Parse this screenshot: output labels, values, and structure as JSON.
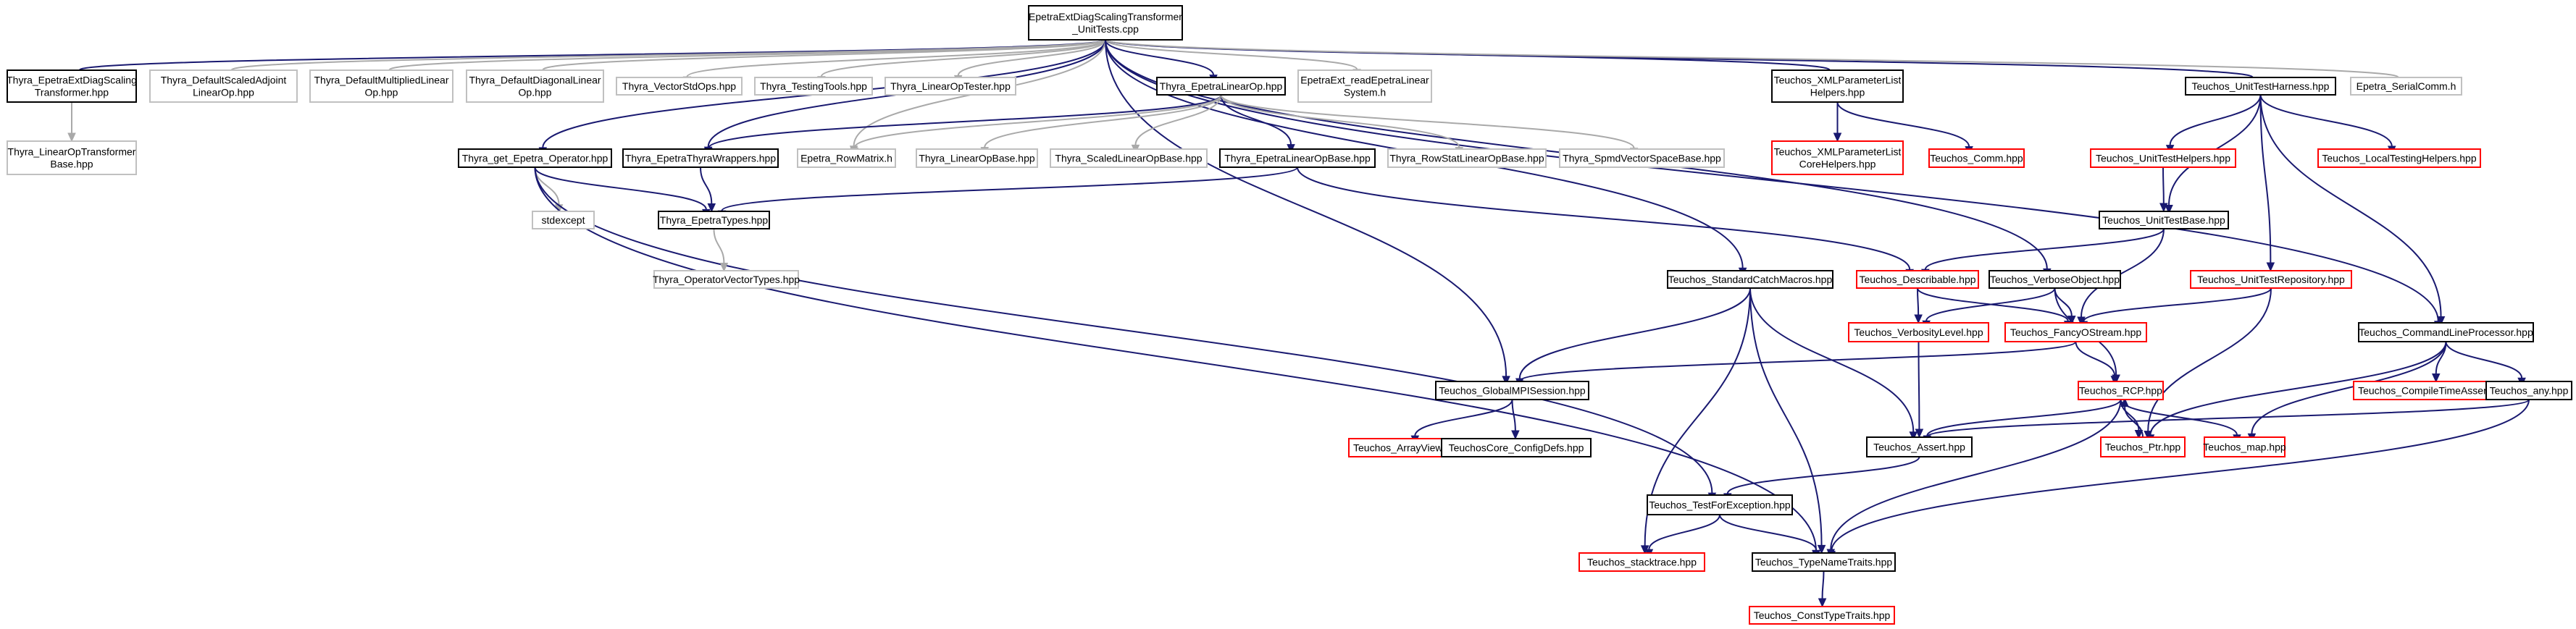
{
  "colors": {
    "root_fill": "#bfbfbf",
    "default_border": "#000000",
    "leaf_border": "#c0c0c0",
    "missing_border": "#ff0000",
    "edge_navy": "#191970",
    "edge_gray": "#a9a9a9",
    "text": "#000000"
  },
  "nodes": [
    {
      "id": "root",
      "kind": "root",
      "lines": [
        "EpetraExtDiagScalingTransformer",
        "_UnitTests.cpp"
      ]
    },
    {
      "id": "thyra_epetraext_diag",
      "kind": "default",
      "lines": [
        "Thyra_EpetraExtDiagScaling",
        "Transformer.hpp"
      ]
    },
    {
      "id": "thyra_default_scaled",
      "kind": "leaf",
      "lines": [
        "Thyra_DefaultScaledAdjoint",
        "LinearOp.hpp"
      ]
    },
    {
      "id": "thyra_default_mult",
      "kind": "leaf",
      "lines": [
        "Thyra_DefaultMultipliedLinear",
        "Op.hpp"
      ]
    },
    {
      "id": "thyra_default_diag",
      "kind": "leaf",
      "lines": [
        "Thyra_DefaultDiagonalLinear",
        "Op.hpp"
      ]
    },
    {
      "id": "thyra_vector_std_ops",
      "kind": "leaf",
      "lines": [
        "Thyra_VectorStdOps.hpp"
      ]
    },
    {
      "id": "thyra_testing_tools",
      "kind": "leaf",
      "lines": [
        "Thyra_TestingTools.hpp"
      ]
    },
    {
      "id": "thyra_linear_op_tester",
      "kind": "leaf",
      "lines": [
        "Thyra_LinearOpTester.hpp"
      ]
    },
    {
      "id": "thyra_epetra_linear_op",
      "kind": "default",
      "lines": [
        "Thyra_EpetraLinearOp.hpp"
      ]
    },
    {
      "id": "epetraext_read",
      "kind": "leaf",
      "lines": [
        "EpetraExt_readEpetraLinear",
        "System.h"
      ]
    },
    {
      "id": "teuchos_xml_helpers",
      "kind": "default",
      "lines": [
        "Teuchos_XMLParameterList",
        "Helpers.hpp"
      ]
    },
    {
      "id": "teuchos_unit_test_harness",
      "kind": "default",
      "lines": [
        "Teuchos_UnitTestHarness.hpp"
      ]
    },
    {
      "id": "epetra_serial_comm",
      "kind": "leaf",
      "lines": [
        "Epetra_SerialComm.h"
      ]
    },
    {
      "id": "thyra_linear_op_transformer_base",
      "kind": "leaf",
      "lines": [
        "Thyra_LinearOpTransformer",
        "Base.hpp"
      ]
    },
    {
      "id": "thyra_get_epetra_operator",
      "kind": "default",
      "lines": [
        "Thyra_get_Epetra_Operator.hpp"
      ]
    },
    {
      "id": "thyra_epetra_thyra_wrappers",
      "kind": "default",
      "lines": [
        "Thyra_EpetraThyraWrappers.hpp"
      ]
    },
    {
      "id": "epetra_row_matrix",
      "kind": "leaf",
      "lines": [
        "Epetra_RowMatrix.h"
      ]
    },
    {
      "id": "thyra_linear_op_base",
      "kind": "leaf",
      "lines": [
        "Thyra_LinearOpBase.hpp"
      ]
    },
    {
      "id": "thyra_scaled_linear_op_base",
      "kind": "leaf",
      "lines": [
        "Thyra_ScaledLinearOpBase.hpp"
      ]
    },
    {
      "id": "thyra_epetra_linear_op_base",
      "kind": "default",
      "lines": [
        "Thyra_EpetraLinearOpBase.hpp"
      ]
    },
    {
      "id": "thyra_row_stat",
      "kind": "leaf",
      "lines": [
        "Thyra_RowStatLinearOpBase.hpp"
      ]
    },
    {
      "id": "thyra_spmd_vector_space_base",
      "kind": "leaf",
      "lines": [
        "Thyra_SpmdVectorSpaceBase.hpp"
      ]
    },
    {
      "id": "teuchos_xml_core_helpers",
      "kind": "missing",
      "lines": [
        "Teuchos_XMLParameterList",
        "CoreHelpers.hpp"
      ]
    },
    {
      "id": "teuchos_comm",
      "kind": "missing",
      "lines": [
        "Teuchos_Comm.hpp"
      ]
    },
    {
      "id": "teuchos_unit_test_helpers",
      "kind": "missing",
      "lines": [
        "Teuchos_UnitTestHelpers.hpp"
      ]
    },
    {
      "id": "teuchos_local_testing_helpers",
      "kind": "missing",
      "lines": [
        "Teuchos_LocalTestingHelpers.hpp"
      ]
    },
    {
      "id": "stdexcept",
      "kind": "leaf",
      "lines": [
        "stdexcept"
      ]
    },
    {
      "id": "thyra_epetra_types",
      "kind": "default",
      "lines": [
        "Thyra_EpetraTypes.hpp"
      ]
    },
    {
      "id": "teuchos_unit_test_base",
      "kind": "default",
      "lines": [
        "Teuchos_UnitTestBase.hpp"
      ]
    },
    {
      "id": "thyra_operator_vector_types",
      "kind": "leaf",
      "lines": [
        "Thyra_OperatorVectorTypes.hpp"
      ]
    },
    {
      "id": "teuchos_standard_catch_macros",
      "kind": "default",
      "lines": [
        "Teuchos_StandardCatchMacros.hpp"
      ]
    },
    {
      "id": "teuchos_describable",
      "kind": "missing",
      "lines": [
        "Teuchos_Describable.hpp"
      ]
    },
    {
      "id": "teuchos_verbose_object",
      "kind": "default",
      "lines": [
        "Teuchos_VerboseObject.hpp"
      ]
    },
    {
      "id": "teuchos_unit_test_repository",
      "kind": "missing",
      "lines": [
        "Teuchos_UnitTestRepository.hpp"
      ]
    },
    {
      "id": "teuchos_command_line_processor",
      "kind": "default",
      "lines": [
        "Teuchos_CommandLineProcessor.hpp"
      ]
    },
    {
      "id": "teuchos_verbosity_level",
      "kind": "missing",
      "lines": [
        "Teuchos_VerbosityLevel.hpp"
      ]
    },
    {
      "id": "teuchos_fancy_ostream",
      "kind": "missing",
      "lines": [
        "Teuchos_FancyOStream.hpp"
      ]
    },
    {
      "id": "teuchos_global_mpi_session",
      "kind": "default",
      "lines": [
        "Teuchos_GlobalMPISession.hpp"
      ]
    },
    {
      "id": "teuchos_compile_time_assert",
      "kind": "missing",
      "lines": [
        "Teuchos_CompileTimeAssert.hpp"
      ]
    },
    {
      "id": "teuchos_any",
      "kind": "default",
      "lines": [
        "Teuchos_any.hpp"
      ]
    },
    {
      "id": "teuchos_rcp",
      "kind": "missing",
      "lines": [
        "Teuchos_RCP.hpp"
      ]
    },
    {
      "id": "teuchos_array_view",
      "kind": "missing",
      "lines": [
        "Teuchos_ArrayView.hpp"
      ]
    },
    {
      "id": "teuchos_core_config_defs",
      "kind": "default",
      "lines": [
        "TeuchosCore_ConfigDefs.hpp"
      ]
    },
    {
      "id": "teuchos_assert",
      "kind": "default",
      "lines": [
        "Teuchos_Assert.hpp"
      ]
    },
    {
      "id": "teuchos_ptr",
      "kind": "missing",
      "lines": [
        "Teuchos_Ptr.hpp"
      ]
    },
    {
      "id": "teuchos_map",
      "kind": "missing",
      "lines": [
        "Teuchos_map.hpp"
      ]
    },
    {
      "id": "teuchos_test_for_exception",
      "kind": "default",
      "lines": [
        "Teuchos_TestForException.hpp"
      ]
    },
    {
      "id": "teuchos_stacktrace",
      "kind": "missing",
      "lines": [
        "Teuchos_stacktrace.hpp"
      ]
    },
    {
      "id": "teuchos_type_name_traits",
      "kind": "default",
      "lines": [
        "Teuchos_TypeNameTraits.hpp"
      ]
    },
    {
      "id": "teuchos_const_type_traits",
      "kind": "missing",
      "lines": [
        "Teuchos_ConstTypeTraits.hpp"
      ]
    }
  ],
  "edges": [
    {
      "from": "root",
      "to": "thyra_epetraext_diag"
    },
    {
      "from": "root",
      "to": "thyra_default_scaled"
    },
    {
      "from": "root",
      "to": "thyra_default_mult"
    },
    {
      "from": "root",
      "to": "thyra_default_diag"
    },
    {
      "from": "root",
      "to": "thyra_vector_std_ops"
    },
    {
      "from": "root",
      "to": "thyra_testing_tools"
    },
    {
      "from": "root",
      "to": "thyra_linear_op_tester"
    },
    {
      "from": "root",
      "to": "thyra_epetra_linear_op"
    },
    {
      "from": "root",
      "to": "epetraext_read"
    },
    {
      "from": "root",
      "to": "teuchos_xml_helpers"
    },
    {
      "from": "root",
      "to": "teuchos_unit_test_harness"
    },
    {
      "from": "root",
      "to": "epetra_serial_comm"
    },
    {
      "from": "root",
      "to": "thyra_get_epetra_operator"
    },
    {
      "from": "root",
      "to": "thyra_epetra_thyra_wrappers"
    },
    {
      "from": "root",
      "to": "epetra_row_matrix"
    },
    {
      "from": "root",
      "to": "teuchos_standard_catch_macros"
    },
    {
      "from": "root",
      "to": "teuchos_verbose_object"
    },
    {
      "from": "root",
      "to": "teuchos_command_line_processor"
    },
    {
      "from": "root",
      "to": "teuchos_global_mpi_session"
    },
    {
      "from": "thyra_epetraext_diag",
      "to": "thyra_linear_op_transformer_base"
    },
    {
      "from": "thyra_epetra_linear_op",
      "to": "thyra_epetra_thyra_wrappers"
    },
    {
      "from": "thyra_epetra_linear_op",
      "to": "epetra_row_matrix"
    },
    {
      "from": "thyra_epetra_linear_op",
      "to": "thyra_linear_op_base"
    },
    {
      "from": "thyra_epetra_linear_op",
      "to": "thyra_scaled_linear_op_base"
    },
    {
      "from": "thyra_epetra_linear_op",
      "to": "thyra_epetra_linear_op_base"
    },
    {
      "from": "thyra_epetra_linear_op",
      "to": "thyra_row_stat"
    },
    {
      "from": "thyra_epetra_linear_op",
      "to": "thyra_spmd_vector_space_base"
    },
    {
      "from": "teuchos_xml_helpers",
      "to": "teuchos_xml_core_helpers"
    },
    {
      "from": "teuchos_xml_helpers",
      "to": "teuchos_comm"
    },
    {
      "from": "teuchos_unit_test_harness",
      "to": "teuchos_unit_test_helpers"
    },
    {
      "from": "teuchos_unit_test_harness",
      "to": "teuchos_local_testing_helpers"
    },
    {
      "from": "teuchos_unit_test_harness",
      "to": "teuchos_unit_test_base"
    },
    {
      "from": "teuchos_unit_test_harness",
      "to": "teuchos_unit_test_repository"
    },
    {
      "from": "teuchos_unit_test_harness",
      "to": "teuchos_command_line_processor"
    },
    {
      "from": "teuchos_unit_test_helpers",
      "to": "teuchos_unit_test_base"
    },
    {
      "from": "thyra_get_epetra_operator",
      "to": "stdexcept"
    },
    {
      "from": "thyra_get_epetra_operator",
      "to": "thyra_epetra_types"
    },
    {
      "from": "thyra_get_epetra_operator",
      "to": "teuchos_test_for_exception"
    },
    {
      "from": "thyra_get_epetra_operator",
      "to": "teuchos_type_name_traits"
    },
    {
      "from": "thyra_epetra_thyra_wrappers",
      "to": "thyra_epetra_types"
    },
    {
      "from": "thyra_epetra_linear_op_base",
      "to": "thyra_epetra_types"
    },
    {
      "from": "thyra_epetra_linear_op_base",
      "to": "teuchos_describable"
    },
    {
      "from": "thyra_epetra_types",
      "to": "thyra_operator_vector_types"
    },
    {
      "from": "teuchos_unit_test_base",
      "to": "teuchos_describable"
    },
    {
      "from": "teuchos_unit_test_base",
      "to": "teuchos_fancy_ostream"
    },
    {
      "from": "teuchos_standard_catch_macros",
      "to": "teuchos_global_mpi_session"
    },
    {
      "from": "teuchos_standard_catch_macros",
      "to": "teuchos_assert"
    },
    {
      "from": "teuchos_standard_catch_macros",
      "to": "teuchos_stacktrace"
    },
    {
      "from": "teuchos_standard_catch_macros",
      "to": "teuchos_type_name_traits"
    },
    {
      "from": "teuchos_describable",
      "to": "teuchos_verbosity_level"
    },
    {
      "from": "teuchos_describable",
      "to": "teuchos_fancy_ostream"
    },
    {
      "from": "teuchos_verbose_object",
      "to": "teuchos_verbosity_level"
    },
    {
      "from": "teuchos_verbose_object",
      "to": "teuchos_fancy_ostream"
    },
    {
      "from": "teuchos_verbose_object",
      "to": "teuchos_rcp"
    },
    {
      "from": "teuchos_unit_test_repository",
      "to": "teuchos_fancy_ostream"
    },
    {
      "from": "teuchos_unit_test_repository",
      "to": "teuchos_ptr"
    },
    {
      "from": "teuchos_command_line_processor",
      "to": "teuchos_compile_time_assert"
    },
    {
      "from": "teuchos_command_line_processor",
      "to": "teuchos_any"
    },
    {
      "from": "teuchos_command_line_processor",
      "to": "teuchos_ptr"
    },
    {
      "from": "teuchos_command_line_processor",
      "to": "teuchos_map"
    },
    {
      "from": "teuchos_verbosity_level",
      "to": "teuchos_assert"
    },
    {
      "from": "teuchos_fancy_ostream",
      "to": "teuchos_global_mpi_session"
    },
    {
      "from": "teuchos_fancy_ostream",
      "to": "teuchos_rcp"
    },
    {
      "from": "teuchos_global_mpi_session",
      "to": "teuchos_array_view"
    },
    {
      "from": "teuchos_global_mpi_session",
      "to": "teuchos_core_config_defs"
    },
    {
      "from": "teuchos_any",
      "to": "teuchos_assert"
    },
    {
      "from": "teuchos_any",
      "to": "teuchos_type_name_traits"
    },
    {
      "from": "teuchos_rcp",
      "to": "teuchos_assert"
    },
    {
      "from": "teuchos_rcp",
      "to": "teuchos_ptr"
    },
    {
      "from": "teuchos_rcp",
      "to": "teuchos_map"
    },
    {
      "from": "teuchos_rcp",
      "to": "teuchos_type_name_traits"
    },
    {
      "from": "teuchos_ptr",
      "to": "teuchos_rcp"
    },
    {
      "from": "teuchos_assert",
      "to": "teuchos_test_for_exception"
    },
    {
      "from": "teuchos_test_for_exception",
      "to": "teuchos_stacktrace"
    },
    {
      "from": "teuchos_test_for_exception",
      "to": "teuchos_type_name_traits"
    },
    {
      "from": "teuchos_type_name_traits",
      "to": "teuchos_const_type_traits"
    }
  ]
}
